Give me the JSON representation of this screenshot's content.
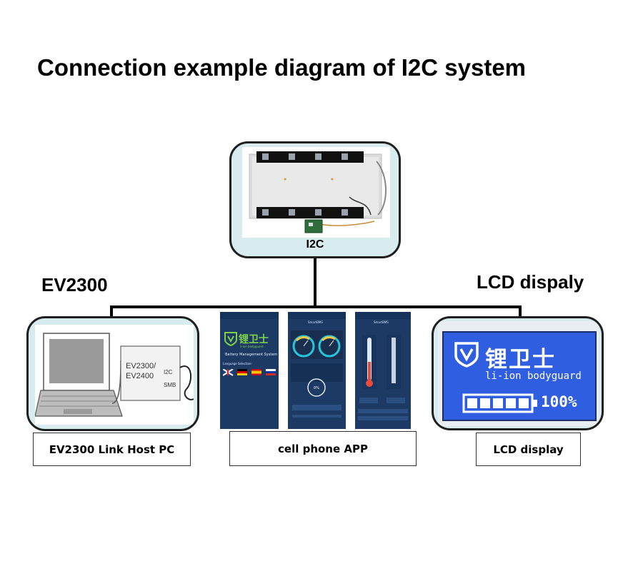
{
  "title": "Connection example diagram of I2C system",
  "labels": {
    "left": "EV2300",
    "right": "LCD dispaly"
  },
  "bms": {
    "module_label": "I2C"
  },
  "host_pc": {
    "device_line1": "EV2300/",
    "device_line2": "EV2400",
    "port_label_1": "I2C",
    "port_label_2": "SMB"
  },
  "phone_app": {
    "brand_cn": "锂卫士",
    "brand_en": "li-ion bodyguard",
    "system_title": "Battery Management System",
    "language_label": "Language Selection:",
    "screen2_title": "SmartBMS",
    "screen3_title": "SmartBMS",
    "percent": "0%"
  },
  "lcd": {
    "brand_cn": "锂卫士",
    "brand_en": "li-ion bodyguard",
    "battery_percent": "100%",
    "battery_level": 1.0
  },
  "captions": {
    "host_pc": "EV2300 Link Host PC",
    "phone_app": "cell phone APP",
    "lcd": "LCD display"
  },
  "colors": {
    "frame_bg": "#d8ecef",
    "app_bg": "#1c3a63",
    "lcd_blue": "#2f5ee0"
  }
}
